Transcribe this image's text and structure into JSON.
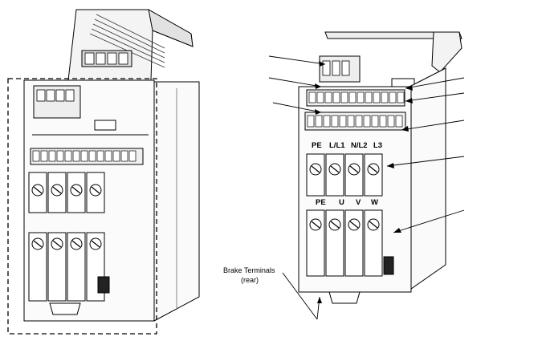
{
  "terminals": {
    "supply": [
      "PE",
      "L/L1",
      "N/L2",
      "L3"
    ],
    "motor": [
      "PE",
      "U",
      "V",
      "W"
    ]
  },
  "callouts": {
    "brake_terminals_line1": "Brake Terminals",
    "brake_terminals_line2": "(rear)"
  }
}
